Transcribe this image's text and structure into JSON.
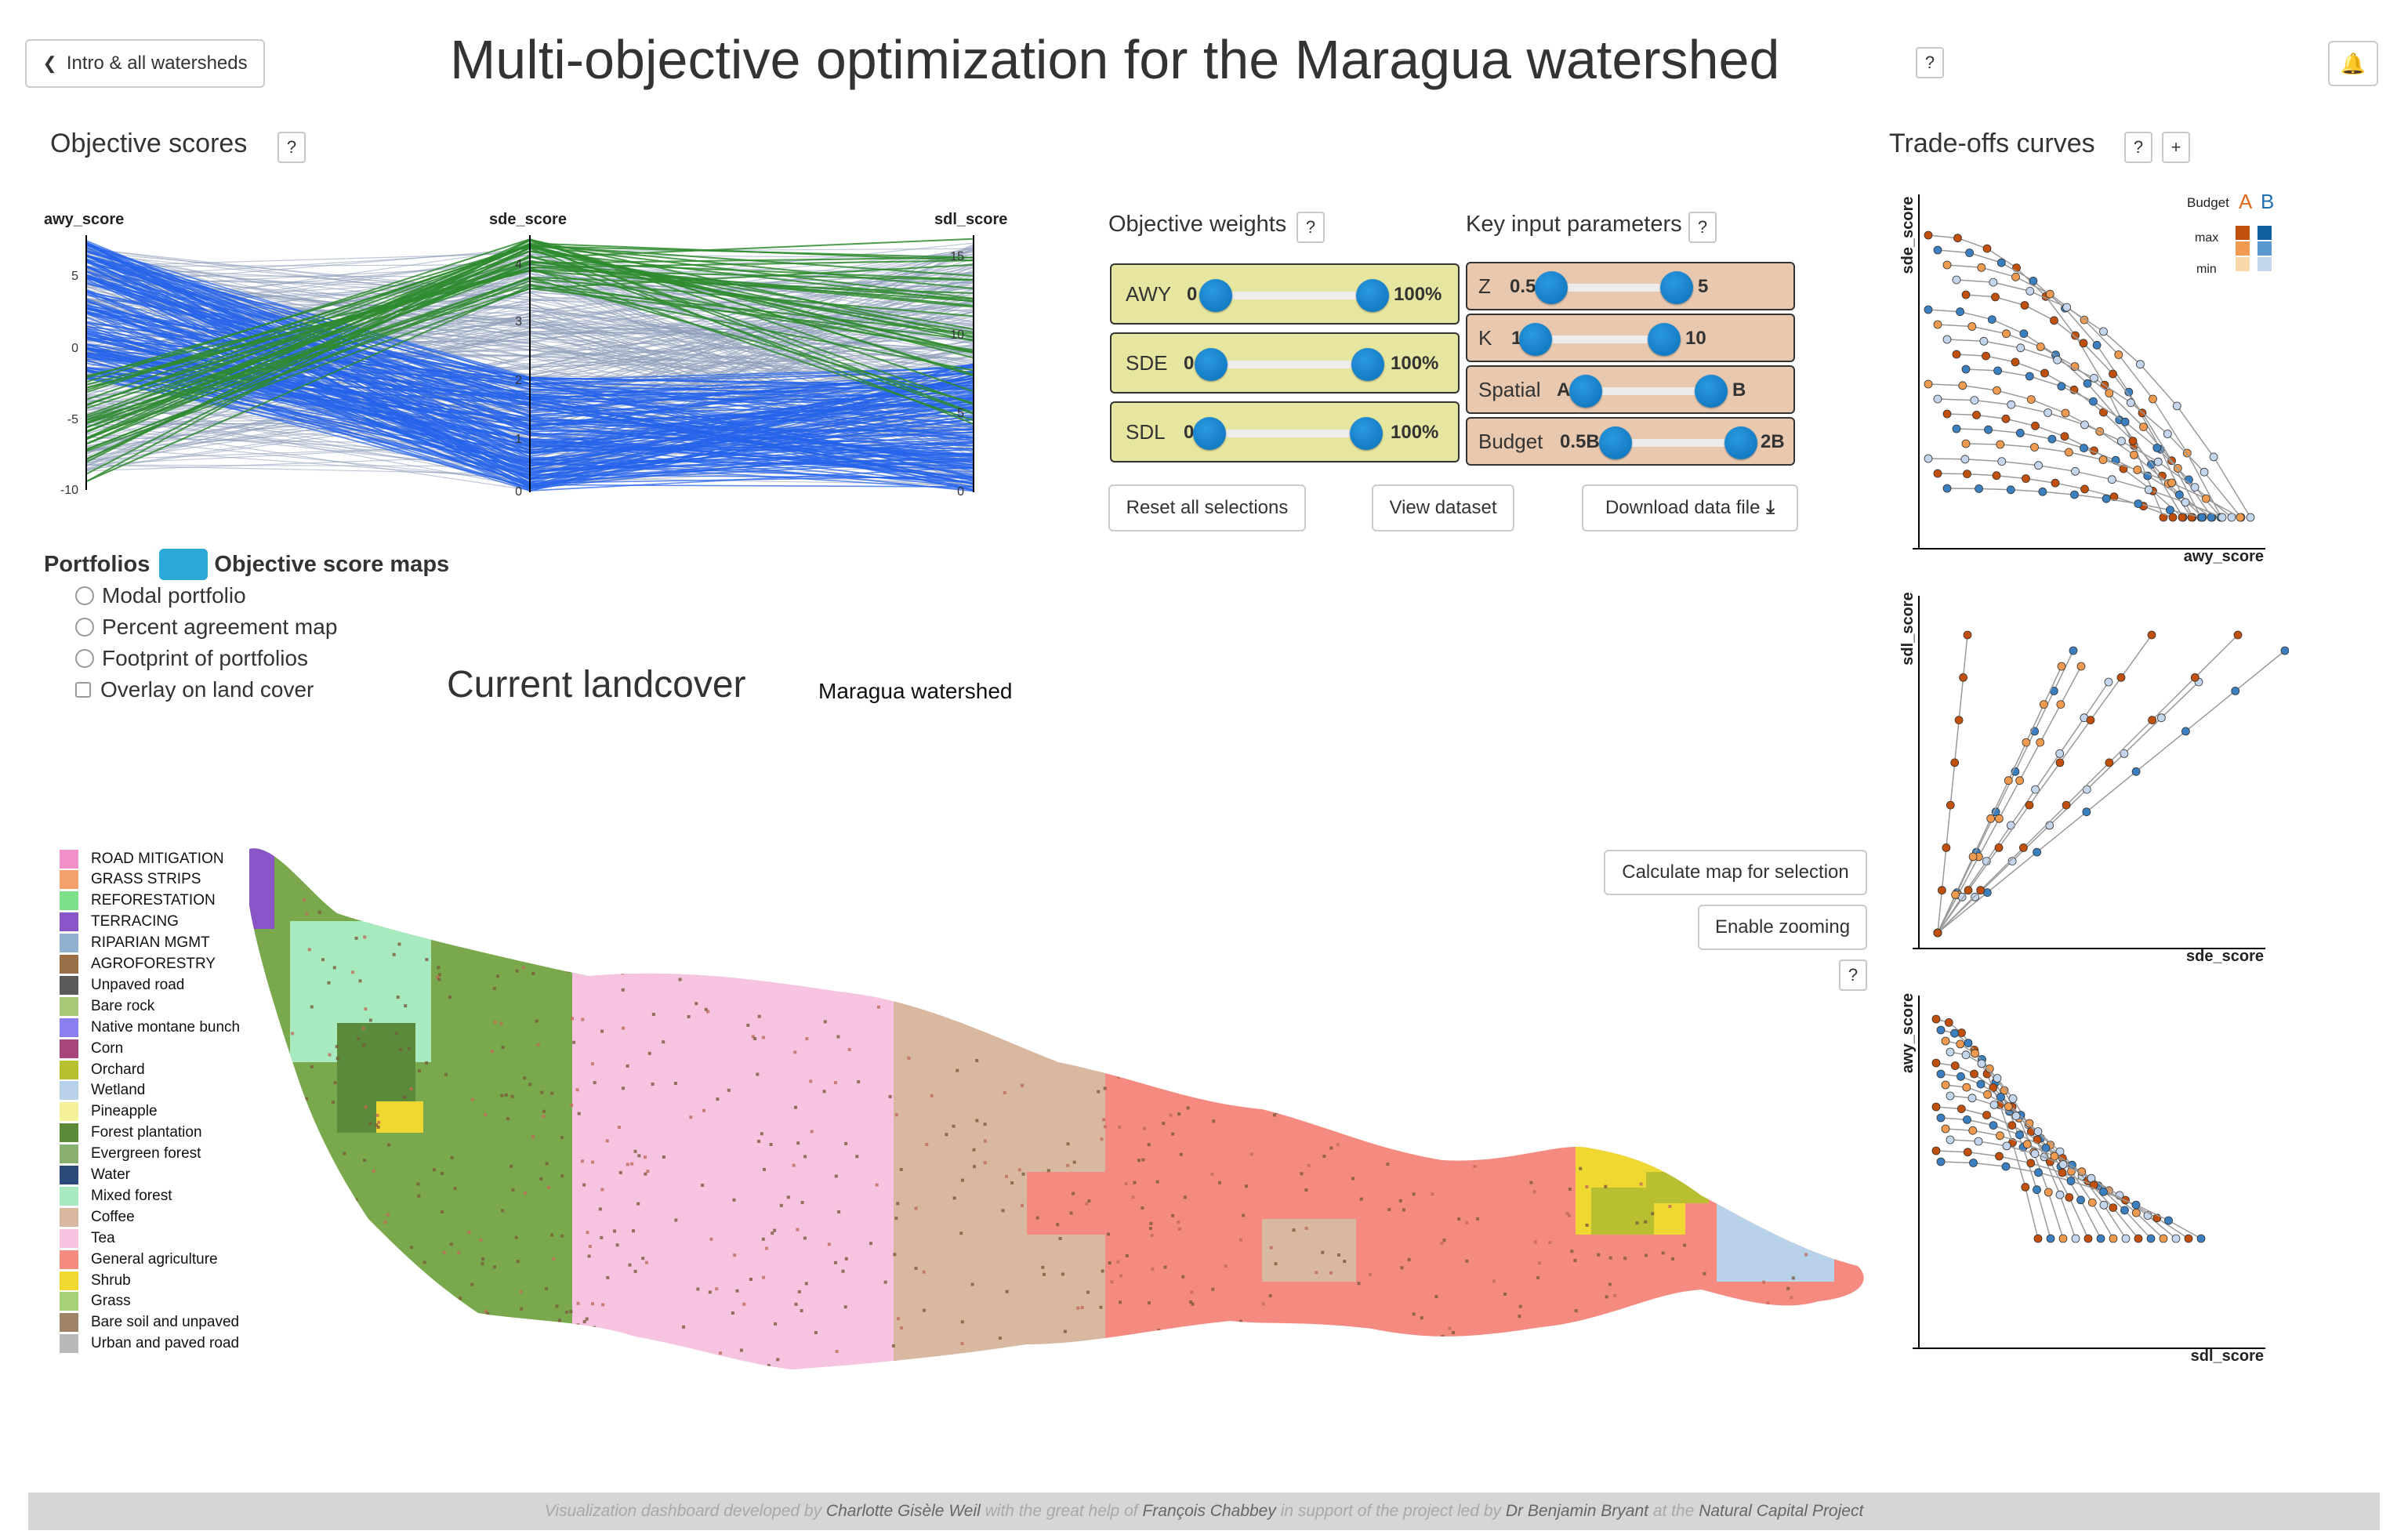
{
  "header": {
    "back_button": "Intro & all watersheds",
    "title": "Multi-objective optimization for the Maragua watershed",
    "help": "?",
    "bell_icon": "bell-icon"
  },
  "objective_scores": {
    "heading": "Objective scores",
    "help": "?",
    "axes": [
      {
        "label": "awy_score",
        "ticks": [
          "5",
          "0",
          "-5",
          "-10"
        ]
      },
      {
        "label": "sde_score",
        "ticks": [
          "4",
          "3",
          "2",
          "1",
          "0"
        ]
      },
      {
        "label": "sdl_score",
        "ticks": [
          "15",
          "10",
          "5",
          "0"
        ]
      }
    ],
    "colors": {
      "background_lines": "#8a9bb8",
      "highlight_blue": "#2563eb",
      "highlight_green": "#2e8b2e"
    }
  },
  "weights": {
    "heading": "Objective weights",
    "help": "?",
    "items": [
      {
        "label": "AWY",
        "min": "0",
        "max": "100%"
      },
      {
        "label": "SDE",
        "min": "0",
        "max": "100%"
      },
      {
        "label": "SDL",
        "min": "0",
        "max": "100%"
      }
    ],
    "color": "#e6e6a0"
  },
  "params": {
    "heading": "Key input parameters",
    "help": "?",
    "items": [
      {
        "label": "Z",
        "min": "0.5",
        "max": "5"
      },
      {
        "label": "K",
        "min": "1",
        "max": "10"
      },
      {
        "label": "Spatial",
        "min": "A",
        "max": "B"
      },
      {
        "label": "Budget",
        "min": "0.5B",
        "max": "2B"
      }
    ],
    "color": "#e8c9b0"
  },
  "actions": {
    "reset": "Reset all selections",
    "view": "View dataset",
    "download": "Download data file"
  },
  "map_panel": {
    "toggle_left": "Portfolios",
    "toggle_right": "Objective score maps",
    "options": [
      "Modal portfolio",
      "Percent agreement map",
      "Footprint of portfolios"
    ],
    "overlay": "Overlay on land cover",
    "map_title": "Current landcover",
    "watershed": "Maragua watershed",
    "calc_button": "Calculate map for selection",
    "zoom_button": "Enable zooming",
    "help": "?"
  },
  "legend": [
    {
      "label": "ROAD MITIGATION",
      "color": "#f08fc8"
    },
    {
      "label": "GRASS STRIPS",
      "color": "#f4a06a"
    },
    {
      "label": "REFORESTATION",
      "color": "#7ee08a"
    },
    {
      "label": "TERRACING",
      "color": "#8a55c8"
    },
    {
      "label": "RIPARIAN MGMT",
      "color": "#8fb0cf"
    },
    {
      "label": "AGROFORESTRY",
      "color": "#9a7048"
    },
    {
      "label": "Unpaved road",
      "color": "#5a5a5a"
    },
    {
      "label": "Bare rock",
      "color": "#a8c878"
    },
    {
      "label": "Native montane bunch",
      "color": "#8a7ef0"
    },
    {
      "label": "Corn",
      "color": "#a8457a"
    },
    {
      "label": "Orchard",
      "color": "#b8c032"
    },
    {
      "label": "Wetland",
      "color": "#b8d2ea"
    },
    {
      "label": "Pineapple",
      "color": "#f4f09a"
    },
    {
      "label": "Forest plantation",
      "color": "#5a8a3a"
    },
    {
      "label": "Evergreen forest",
      "color": "#88b070"
    },
    {
      "label": "Water",
      "color": "#2a4a7a"
    },
    {
      "label": "Mixed forest",
      "color": "#a8eac0"
    },
    {
      "label": "Coffee",
      "color": "#d8b8a0"
    },
    {
      "label": "Tea",
      "color": "#f6c4e0"
    },
    {
      "label": "General agriculture",
      "color": "#f48a80"
    },
    {
      "label": "Shrub",
      "color": "#f0d832"
    },
    {
      "label": "Grass",
      "color": "#a8d278"
    },
    {
      "label": "Bare soil and unpaved",
      "color": "#a08468"
    },
    {
      "label": "Urban and paved road",
      "color": "#b8b8b8"
    }
  ],
  "tradeoffs": {
    "heading": "Trade-offs curves",
    "help": "?",
    "plus": "+",
    "legend_budget": "Budget",
    "legend_a": "A",
    "legend_b": "B",
    "legend_max": "max",
    "legend_min": "min",
    "colors": {
      "A": "#e06a1a",
      "B": "#1f6fb0"
    },
    "plots": [
      {
        "xlabel": "awy_score",
        "ylabel": "sde_score"
      },
      {
        "xlabel": "sde_score",
        "ylabel": "sdl_score"
      },
      {
        "xlabel": "sdl_score",
        "ylabel": "awy_score"
      }
    ]
  },
  "footer": {
    "t1": "Visualization dashboard developed by ",
    "n1": "Charlotte Gisèle Weil",
    "t2": " with the great help of ",
    "n2": "François Chabbey",
    "t3": " in support of the project led by ",
    "n3": "Dr Benjamin Bryant",
    "t4": " at the ",
    "n4": "Natural Capital Project"
  }
}
